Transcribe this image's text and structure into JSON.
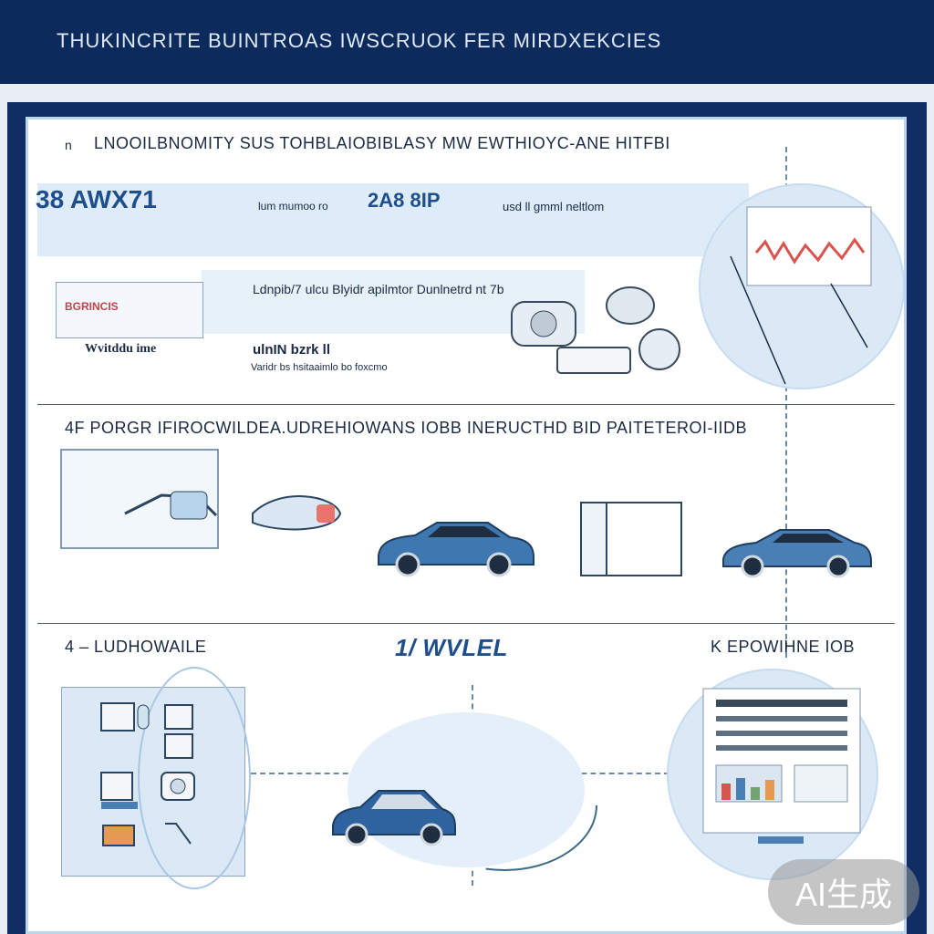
{
  "header": {
    "title": "THUKINCRITE BUINTROAS IWSCRUOK FER MIRDXEKCIES"
  },
  "section1": {
    "marker": "n",
    "title": "LNOOILBNOMITY SUS TOHBLAIOBIBLASY MW EWTHIOYC-ANE HITFBI",
    "big_label": "38 AWX71",
    "label_a": "lum mumoo ro",
    "label_b": "2A8 8IP",
    "label_c": "usd ll gmml neltlom",
    "label_d": "Ldnpib/7 ulcu Blyidr apilmtor Dunlnetrd nt 7b",
    "label_e": "Wvitddu ime",
    "label_f": "ulnIN bzrk ll",
    "label_g": "Varidr bs hsitaaimlo  bo foxcmo",
    "badge": "BGRINCIS"
  },
  "section2": {
    "title": "4F PORGR IFIROCWILDEA.UDREHIOWANS IOBB INERUCTHD BID  PAITETEROI-IIDB"
  },
  "section3": {
    "left_title": "4 – LUDHOWAILE",
    "center_title": "1/ WVLEL",
    "right_title": "K EPOWIHNE IOB"
  },
  "watermark": "AI生成",
  "colors": {
    "header": "#0d2a5c",
    "accent": "#4a7fb5",
    "car": "#3f78b1"
  }
}
